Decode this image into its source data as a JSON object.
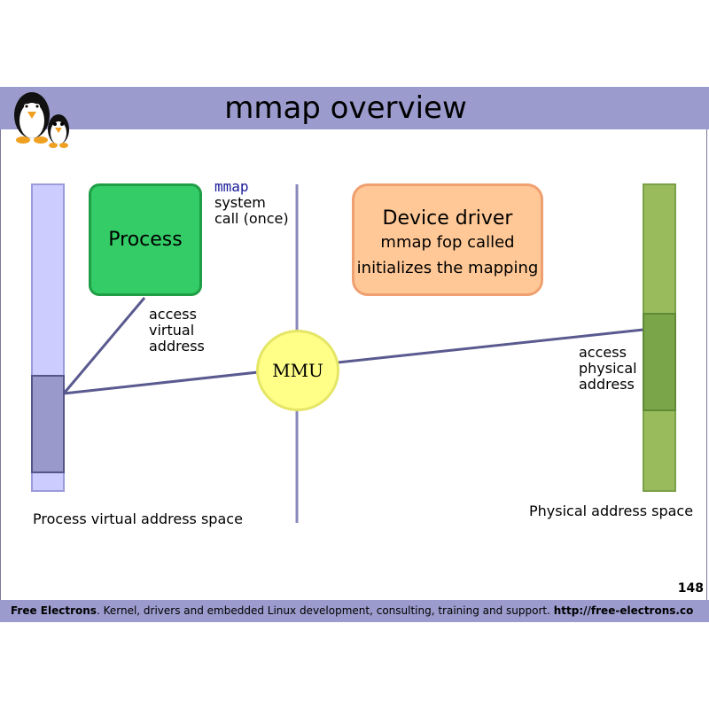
{
  "title": "mmap overview",
  "process": {
    "label": "Process"
  },
  "syscall": {
    "name": "mmap",
    "line1": "system",
    "line2": "call (once)"
  },
  "driver": {
    "title": "Device driver",
    "line1": "mmap fop called",
    "line2": "initializes the mapping"
  },
  "mmu": {
    "label": "MMU"
  },
  "access_virtual": {
    "line1": "access",
    "line2": "virtual",
    "line3": "address"
  },
  "access_physical": {
    "line1": "access",
    "line2": "physical",
    "line3": "address"
  },
  "virtual_space_label": "Process virtual address space",
  "physical_space_label": "Physical address space",
  "page_number": "148",
  "footer": {
    "brand": "Free Electrons",
    "text": ". Kernel, drivers and embedded Linux development, consulting, training and support. ",
    "url": "http://free-electrons.co"
  },
  "colors": {
    "header_bar": "#9b9bcd",
    "process_fill": "#33cc66",
    "driver_fill": "#ffc896",
    "mmu_fill": "#ffff88",
    "virtual_space_fill": "#ccccff",
    "physical_space_fill": "#99bb5c",
    "line": "#5a5a90"
  }
}
